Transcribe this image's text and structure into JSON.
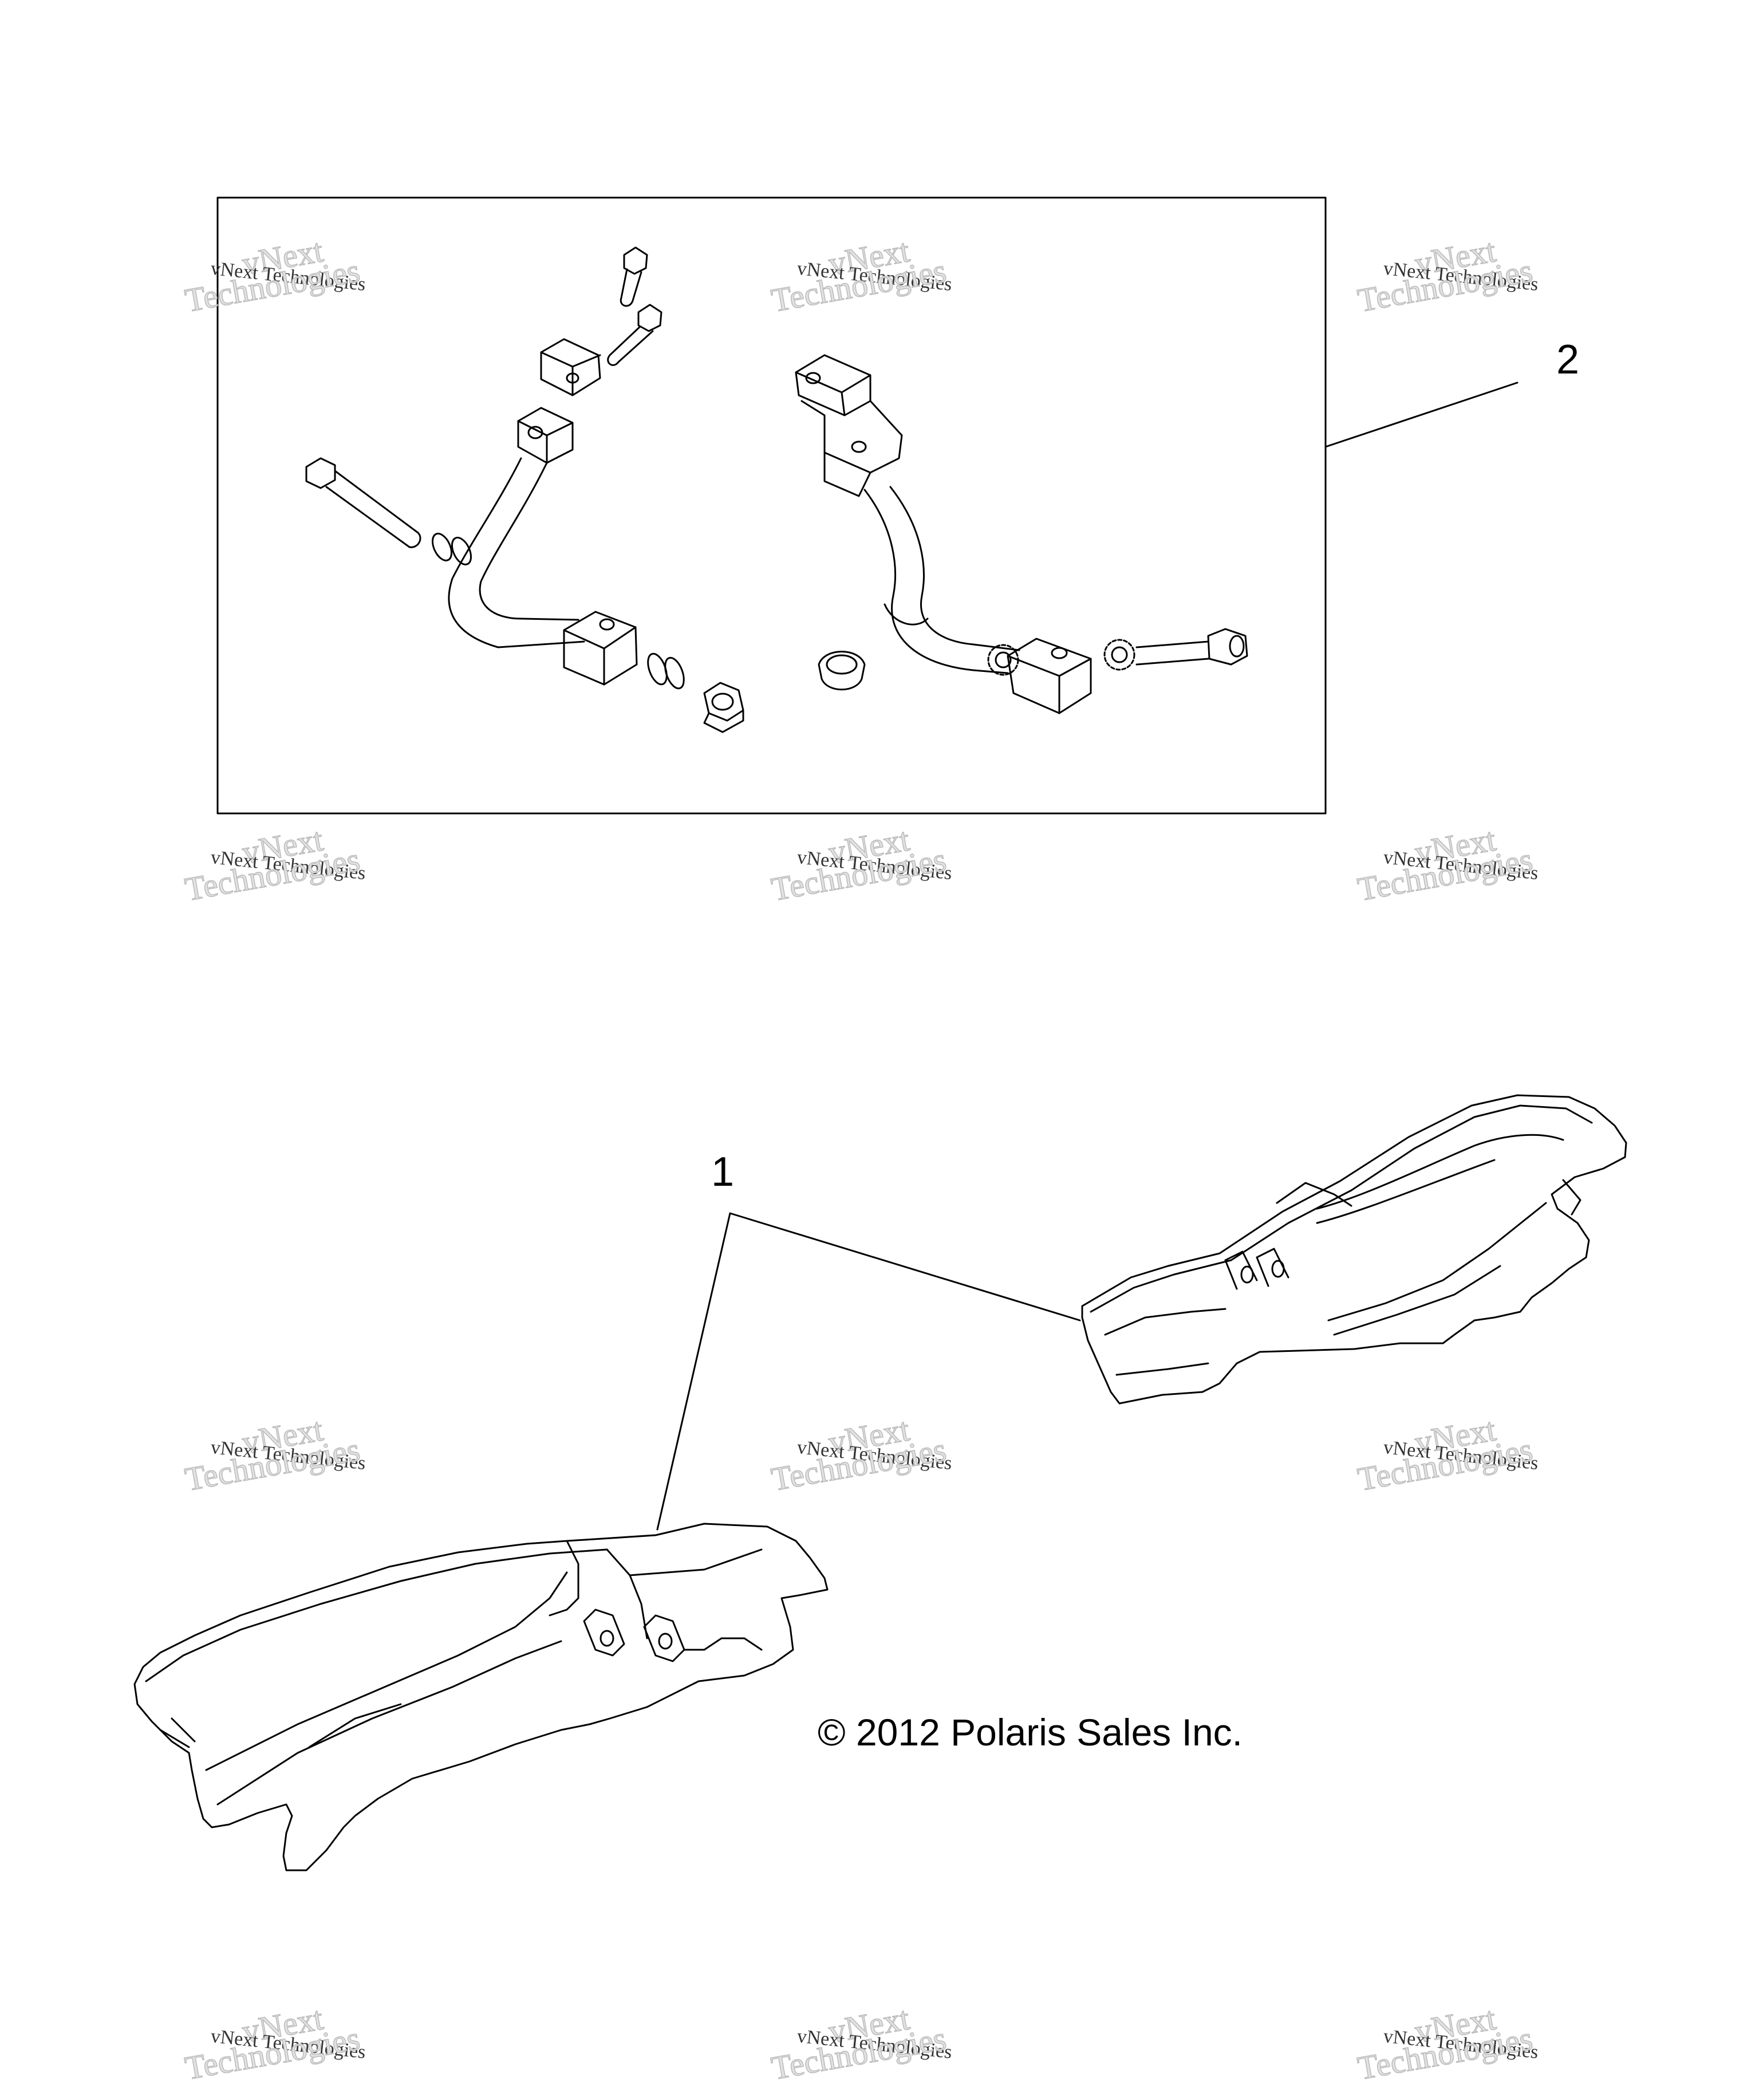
{
  "callouts": {
    "item_1": "1",
    "item_2": "2"
  },
  "copyright": "© 2012 Polaris Sales Inc.",
  "watermark": {
    "line1": "vNext Technologies",
    "brand_top": "vNext",
    "brand_bottom": "Technologies"
  },
  "colors": {
    "line": "#000000",
    "watermark_fill": "#e2e2e2",
    "background": "#ffffff"
  }
}
